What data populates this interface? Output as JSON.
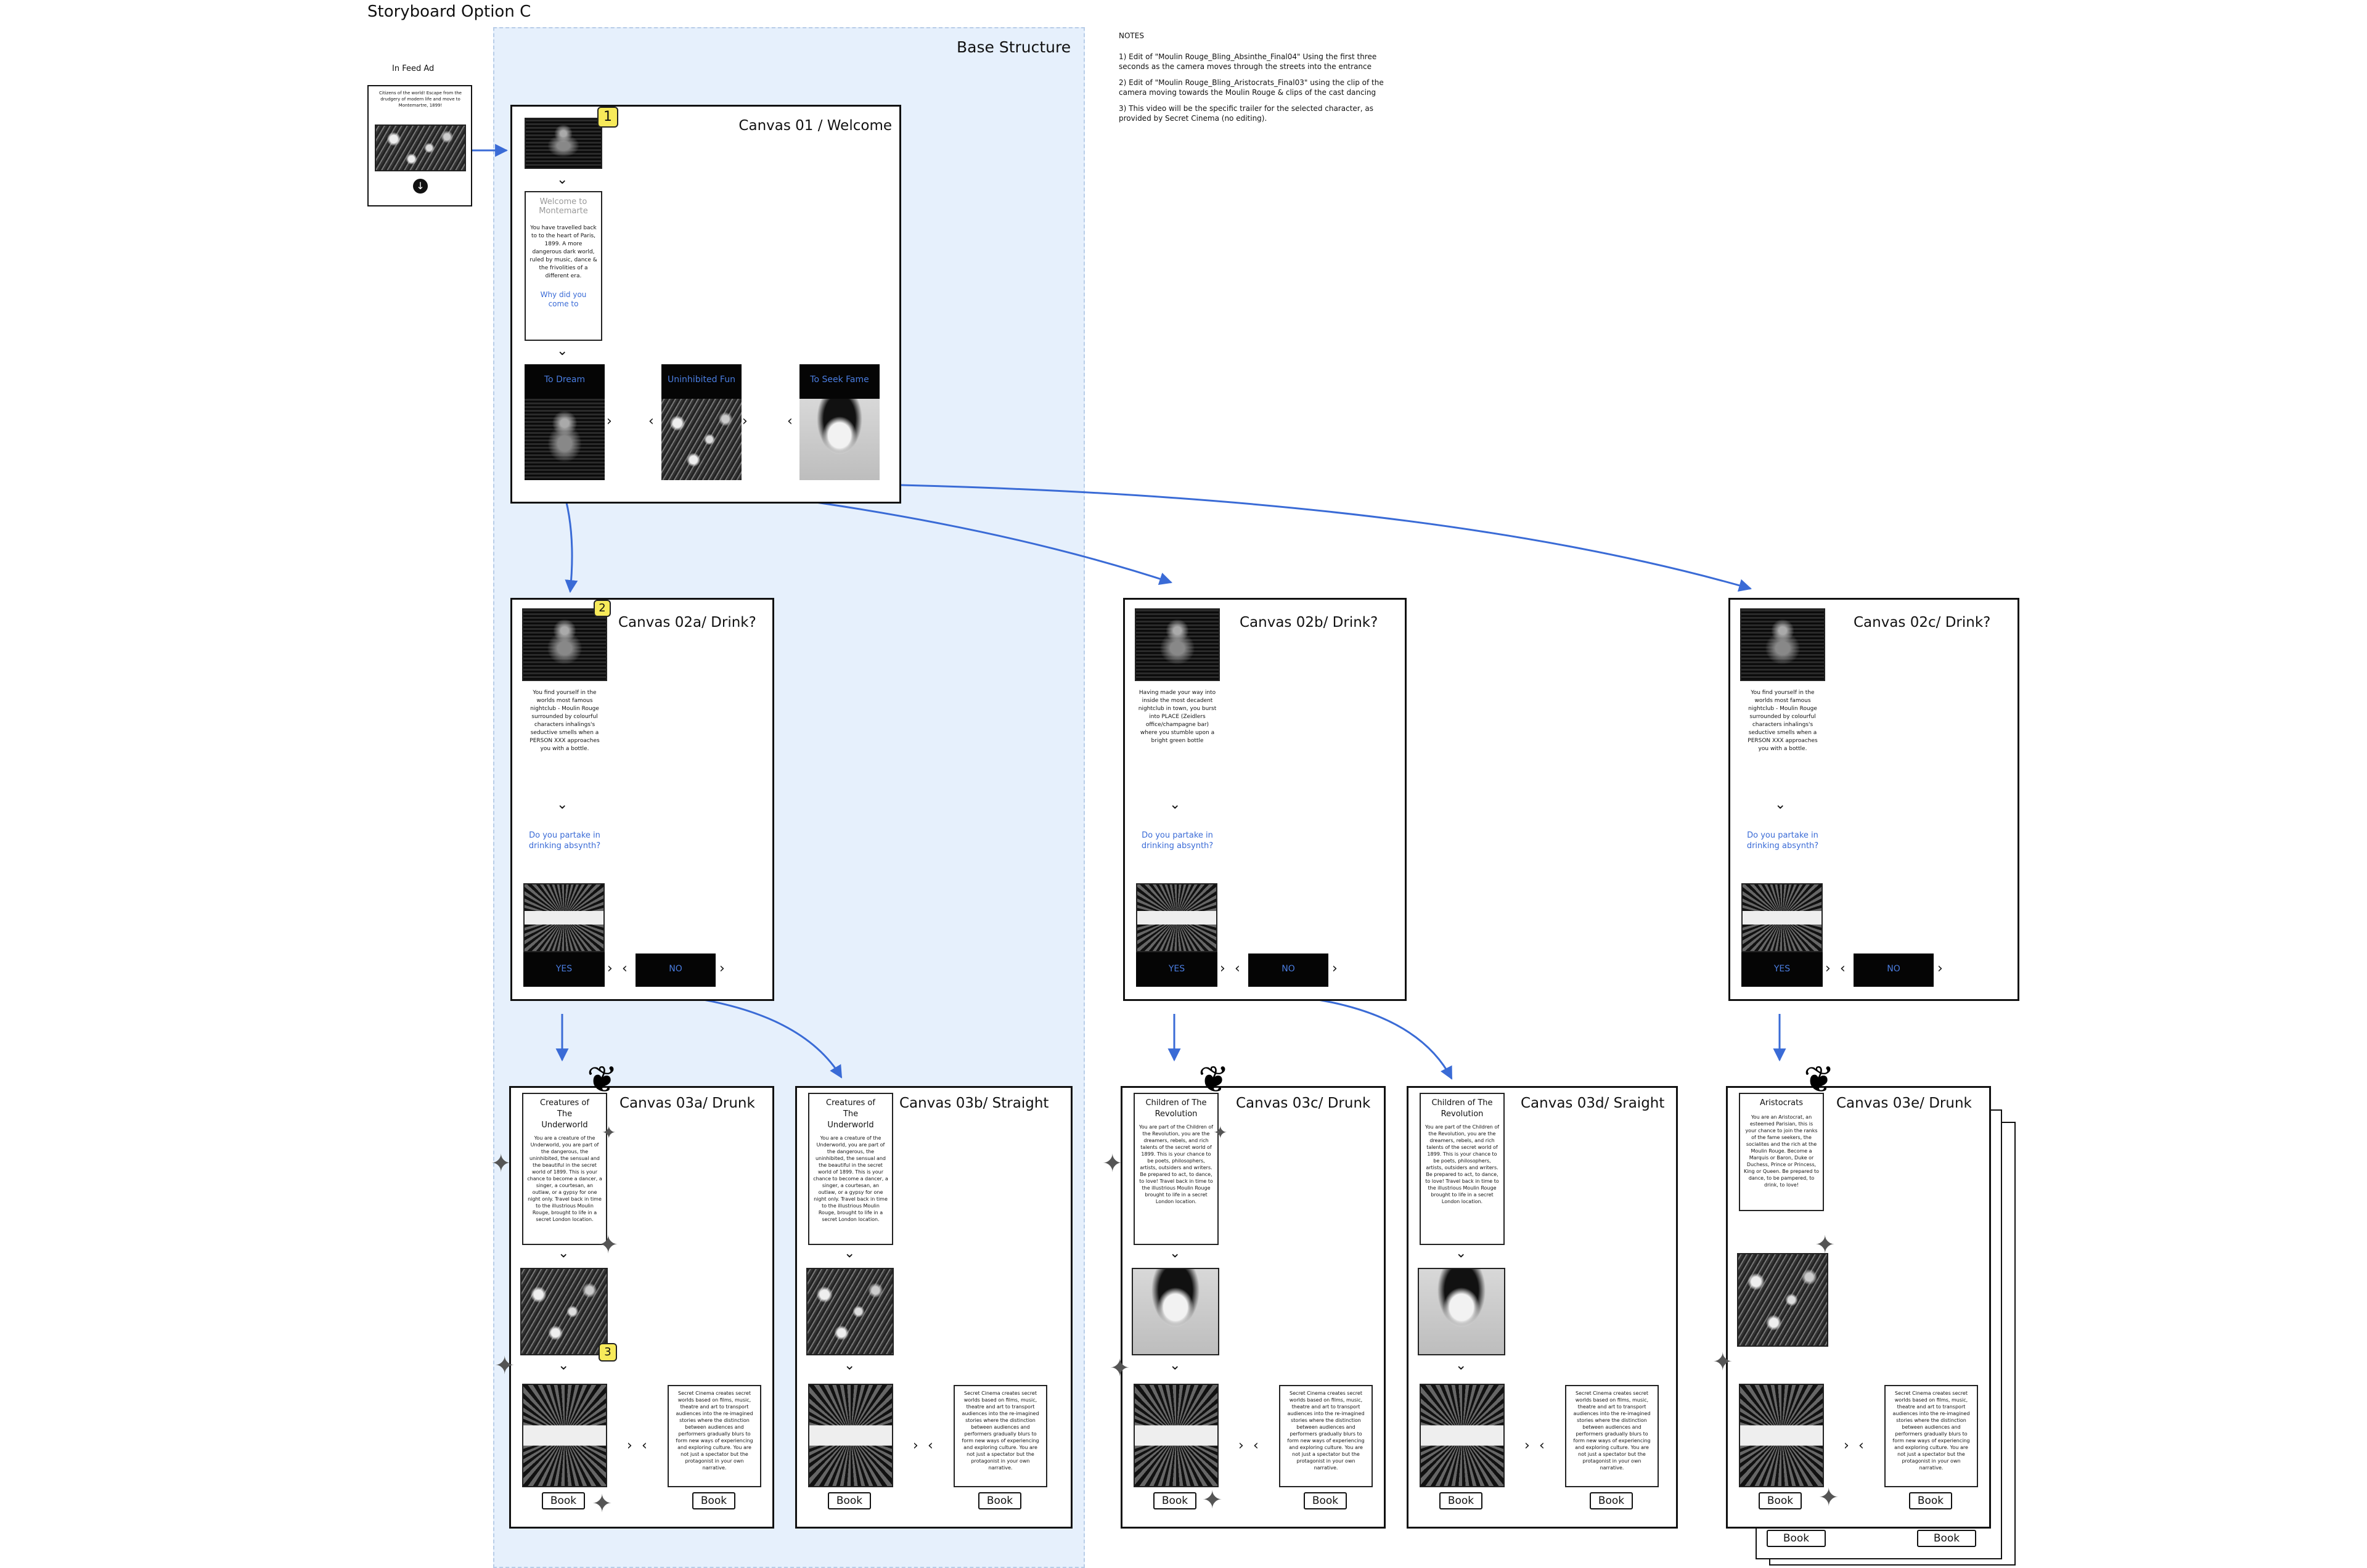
{
  "page_title": "Storyboard Option C",
  "base_structure": "Base Structure",
  "infeed": {
    "label": "In Feed Ad",
    "text": "Citizens of the world! Escape from the drudgery of modern life and move to Montemartre, 1899!"
  },
  "notes": {
    "heading": "NOTES",
    "items": [
      "1) Edit of \"Moulin Rouge_Bling_Absinthe_Final04\" Using the first three seconds as the camera moves through the streets into the entrance",
      "2) Edit of \"Moulin Rouge_Bling_Aristocrats_Final03\" using the clip of the camera moving towards the Moulin Rouge & clips of the cast dancing",
      "3) This video will be the specific trailer for the selected character, as provided by Secret Cinema (no editing)."
    ]
  },
  "badges": {
    "one": "1",
    "two": "2",
    "three": "3"
  },
  "canvas01": {
    "title": "Canvas 01 / Welcome",
    "box_heading": "Welcome to Montemarte",
    "box_text": "You have travelled back to to the heart of Paris, 1899. A more dangerous dark world, ruled by music, dance & the frivolities of a different era.",
    "box_question": "Why did you come to",
    "options": [
      "To Dream",
      "Uninhibited Fun",
      "To Seek Fame"
    ]
  },
  "canvas02": [
    {
      "title": "Canvas 02a/ Drink?",
      "text": "You find yourself in the worlds most famous nightclub - Moulin Rouge surrounded by colourful characters inhalings's seductive smells when a PERSON XXX approaches you with a bottle.",
      "question": "Do you partake in drinking absynth?",
      "yes": "YES",
      "no": "NO"
    },
    {
      "title": "Canvas 02b/ Drink?",
      "text": "Having made your way into inside the most decadent nightclub in town, you burst into PLACE (Zeidlers office/champagne bar) where you stumble upon a bright green bottle",
      "question": "Do you partake in drinking absynth?",
      "yes": "YES",
      "no": "NO"
    },
    {
      "title": "Canvas 02c/ Drink?",
      "text": "You find yourself in the worlds most famous nightclub - Moulin Rouge surrounded by colourful characters inhalings's seductive smells when a PERSON XXX approaches you with a bottle.",
      "question": "Do you partake in drinking absynth?",
      "yes": "YES",
      "no": "NO"
    }
  ],
  "canvas03": [
    {
      "title": "Canvas 03a/ Drunk",
      "heading": "Creatures of The Underworld",
      "text": "You are a creature of the Underworld, you are part of the dangerous, the uninhibited, the sensual and the beautiful in the secret world of 1899. This is your chance to become a dancer, a singer, a courtesan, an outlaw, or a gypsy for one night only. Travel back in time to the illustrious Moulin Rouge, brought to life in a secret London location.",
      "info": "Secret Cinema creates secret worlds based on films, music, theatre and art to transport audiences into the re-imagined stories where the distinction between audiences and performers gradually blurs to form new ways of experiencing and exploring culture. You are not just a spectator but the protagonist in your own narrative.",
      "book": "Book"
    },
    {
      "title": "Canvas 03b/ Straight",
      "heading": "Creatures of The Underworld",
      "text": "You are a creature of the Underworld, you are part of the dangerous, the uninhibited, the sensual and the beautiful in the secret world of 1899. This is your chance to become a dancer, a singer, a courtesan, an outlaw, or a gypsy for one night only. Travel back in time to the illustrious Moulin Rouge, brought to life in a secret London location.",
      "info": "Secret Cinema creates secret worlds based on films, music, theatre and art to transport audiences into the re-imagined stories where the distinction between audiences and performers gradually blurs to form new ways of experiencing and exploring culture. You are not just a spectator but the protagonist in your own narrative.",
      "book": "Book"
    },
    {
      "title": "Canvas 03c/ Drunk",
      "heading": "Children of The Revolution",
      "text": "You are part of the Children of the Revolution, you are the dreamers, rebels, and rich talents of the secret world of 1899. This is your chance to be poets, philosophers, artists, outsiders and writers. Be prepared to act, to dance, to love! Travel back in time to the illustrious Moulin Rouge brought to life in a secret London location.",
      "info": "Secret Cinema creates secret worlds based on films, music, theatre and art to transport audiences into the re-imagined stories where the distinction between audiences and performers gradually blurs to form new ways of experiencing and exploring culture. You are not just a spectator but the protagonist in your own narrative.",
      "book": "Book"
    },
    {
      "title": "Canvas 03d/ Sraight",
      "heading": "Children of The Revolution",
      "text": "You are part of the Children of the Revolution, you are the dreamers, rebels, and rich talents of the secret world of 1899. This is your chance to be poets, philosophers, artists, outsiders and writers. Be prepared to act, to dance, to love! Travel back in time to the illustrious Moulin Rouge brought to life in a secret London location.",
      "info": "Secret Cinema creates secret worlds based on films, music, theatre and art to transport audiences into the re-imagined stories where the distinction between audiences and performers gradually blurs to form new ways of experiencing and exploring culture. You are not just a spectator but the protagonist in your own narrative.",
      "book": "Book"
    },
    {
      "title": "Canvas 03e/ Drunk",
      "heading": "Aristocrats",
      "text": "You are an Aristocrat, an esteemed Parisian, this is your chance to join the ranks of the fame seekers, the socialites and the rich at the Moulin Rouge. Become a Marquis or Baron, Duke or Duchess, Prince or Princess, King or Queen. Be prepared to dance, to be pampered, to drink, to love!",
      "info": "Secret Cinema creates secret worlds based on films, music, theatre and art to transport audiences into the re-imagined stories where the distinction between audiences and performers gradually blurs to form new ways of experiencing and exploring culture. You are not just a spectator but the protagonist in your own narrative.",
      "book": "Book"
    }
  ],
  "stack_books": [
    "Book",
    "Book"
  ],
  "colors": {
    "accent": "#3a6bd6",
    "base_bg": "#e6f0fc",
    "badge": "#f7ea5a"
  }
}
